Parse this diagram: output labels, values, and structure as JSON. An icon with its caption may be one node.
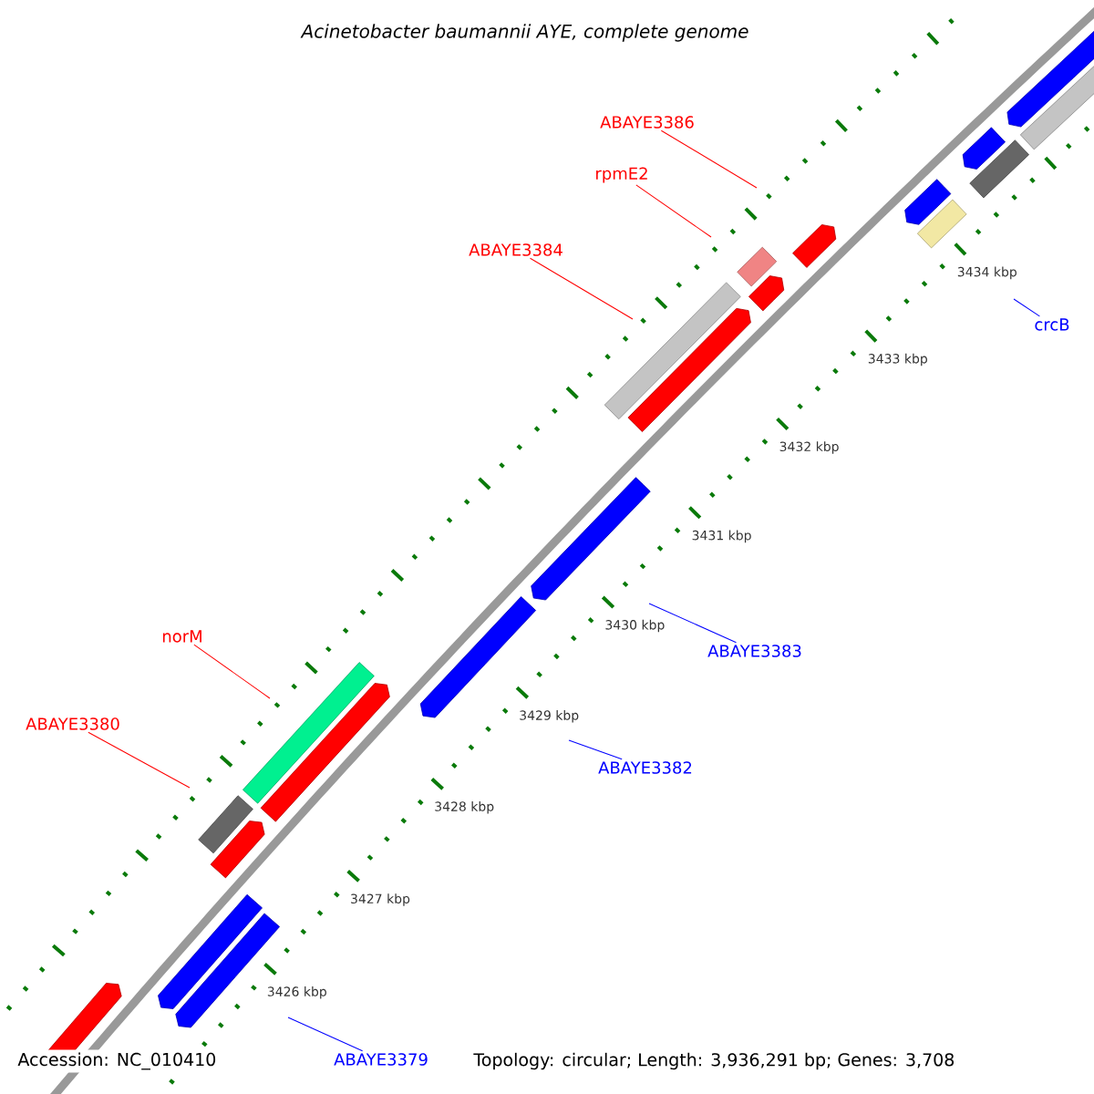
{
  "diagram": {
    "title": "Acinetobacter baumannii AYE, complete genome",
    "nodes": [
      {
        "text": [
          "ABAYE3386"
        ]
      },
      {
        "text": [
          "rpmE2"
        ]
      },
      {
        "text": [
          "ABAYE3384"
        ]
      },
      {
        "text": [
          "crcB"
        ]
      },
      {
        "text": [
          "norM"
        ]
      },
      {
        "text": [
          "ABAYE3383"
        ]
      },
      {
        "text": [
          "ABAYE3380"
        ]
      },
      {
        "text": [
          "ABAYE3382"
        ]
      },
      {
        "text": [
          "ABAYE3379"
        ]
      }
    ],
    "edges": [
      {
        "from": 0,
        "to": null,
        "arrow": "none"
      },
      {
        "from": 1,
        "to": null,
        "arrow": "none"
      },
      {
        "from": 2,
        "to": null,
        "arrow": "none"
      },
      {
        "from": 3,
        "to": null,
        "arrow": "none",
        "color": "#0000ff"
      },
      {
        "from": 4,
        "to": null,
        "arrow": "none"
      },
      {
        "from": 5,
        "to": null,
        "arrow": "none",
        "color": "#0000ff"
      },
      {
        "from": 6,
        "to": null,
        "arrow": "none"
      },
      {
        "from": 7,
        "to": null,
        "arrow": "none",
        "color": "#0000ff"
      },
      {
        "from": 8,
        "to": null,
        "arrow": "none",
        "color": "#0000ff"
      }
    ],
    "labels": [
      "3434 kbp",
      "3433 kbp",
      "3432 kbp",
      "3431 kbp",
      "3430 kbp",
      "3429 kbp",
      "3428 kbp",
      "3427 kbp",
      "3426 kbp",
      "Accession: NC_010410",
      "Topology: circular; Length: 3,936,291 bp; Genes: 3,708"
    ]
  }
}
